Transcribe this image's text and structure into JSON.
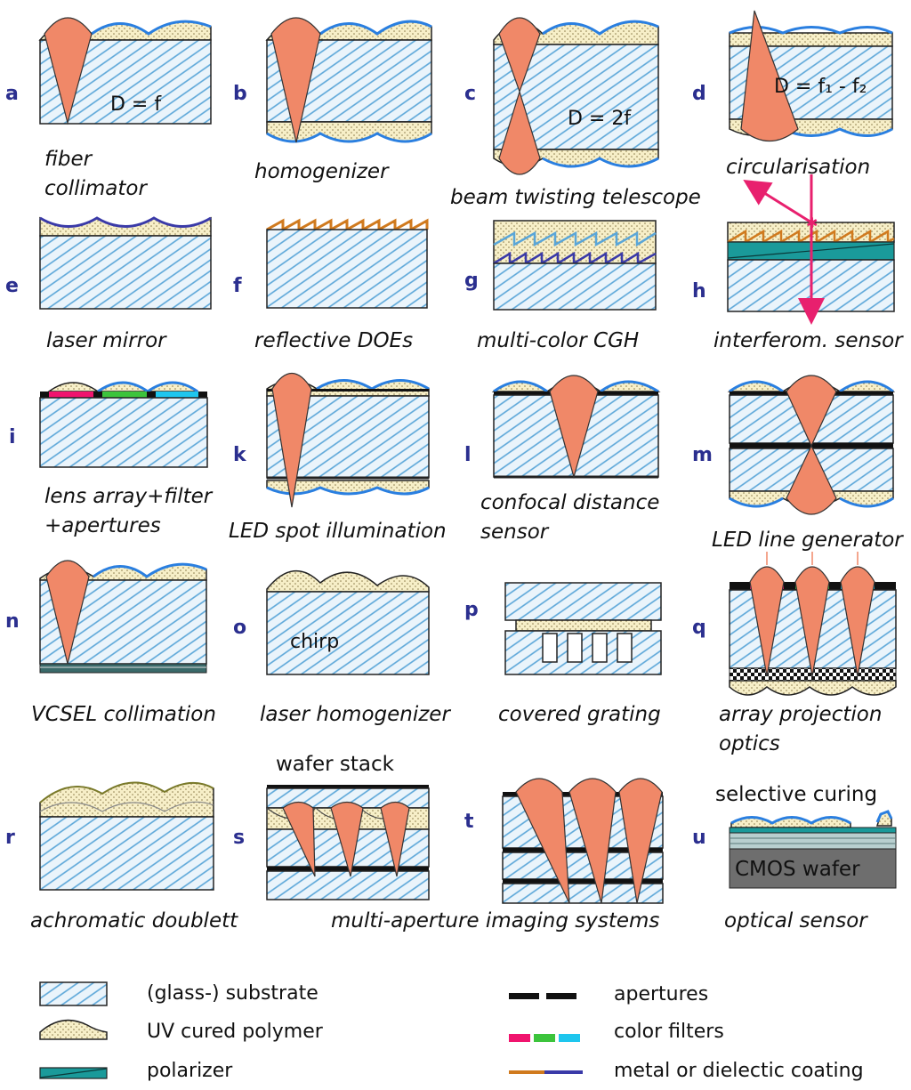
{
  "panels": [
    {
      "id": "a",
      "caption": [
        "fiber",
        "collimator"
      ],
      "inner": "D = f"
    },
    {
      "id": "b",
      "caption": [
        "homogenizer"
      ]
    },
    {
      "id": "c",
      "caption": [
        "beam twisting telescope"
      ],
      "inner": "D = 2f"
    },
    {
      "id": "d",
      "caption": [
        "circularisation"
      ],
      "inner": "D = f₁ - f₂"
    },
    {
      "id": "e",
      "caption": [
        "laser mirror"
      ]
    },
    {
      "id": "f",
      "caption": [
        "reflective DOEs"
      ]
    },
    {
      "id": "g",
      "caption": [
        "multi-color CGH"
      ]
    },
    {
      "id": "h",
      "caption": [
        "interferom. sensor"
      ]
    },
    {
      "id": "i",
      "caption": [
        "lens array+filter",
        "+apertures"
      ]
    },
    {
      "id": "k",
      "caption": [
        "LED spot illumination"
      ]
    },
    {
      "id": "l",
      "caption": [
        "confocal distance",
        "sensor"
      ]
    },
    {
      "id": "m",
      "caption": [
        "LED line generator"
      ]
    },
    {
      "id": "n",
      "caption": [
        "VCSEL collimation"
      ]
    },
    {
      "id": "o",
      "caption": [
        "laser homogenizer"
      ],
      "inner": "chirp"
    },
    {
      "id": "p",
      "caption": [
        "covered grating"
      ]
    },
    {
      "id": "q",
      "caption": [
        "array projection",
        "optics"
      ]
    },
    {
      "id": "r",
      "caption": [
        "achromatic doublett"
      ]
    },
    {
      "id": "s",
      "caption": [
        "multi-aperture imaging systems"
      ],
      "top": "wafer stack"
    },
    {
      "id": "t",
      "caption": []
    },
    {
      "id": "u",
      "caption": [
        "optical sensor"
      ],
      "top": "selective curing",
      "inner": "CMOS wafer"
    }
  ],
  "legend": {
    "substrate": "(glass-) substrate",
    "polymer": "UV cured polymer",
    "polarizer": "polarizer",
    "apertures": "apertures",
    "filters": "color filters",
    "coating": "metal or dielectic coating"
  },
  "colors": {
    "glass": "#5aa6d8",
    "beam": "#f08868",
    "lens_edge": "#2a7fe0",
    "filter_red": "#f0146e",
    "filter_green": "#3cc43c",
    "filter_cyan": "#1ec6ee",
    "coating_orange": "#d07a1e",
    "coating_blue": "#3a3aa8",
    "teal": "#1a9a9a",
    "arrow": "#e8206e",
    "label": "#2b2f8f",
    "cmos": "#6e6e6e"
  }
}
